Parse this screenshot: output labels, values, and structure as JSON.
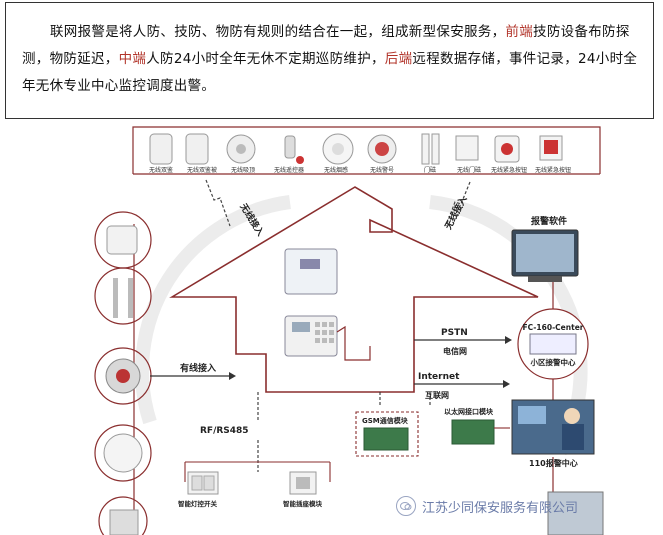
{
  "paragraph": {
    "p1": "联网报警是将人防、技防、物防有规则的结合在一起，组成新型保安服务，",
    "front": "前端",
    "p2": "技防设备布防探测，物防延迟，",
    "middle": "中端",
    "p3": "人防24小时全年无休不定期巡防维护，",
    "back": "后端",
    "p4": "远程数据存储，事件记录，24小时全年无休专业中心监控调度出警。"
  },
  "devices_top": [
    "无线双鉴",
    "无线双鉴被",
    "无线吸顶",
    "无线遥控器",
    "无线烟感",
    "无线警号",
    "门磁",
    "无线门磁",
    "无线紧急按钮",
    "无线紧急按钮"
  ],
  "labels": {
    "wireless_in_left": "无线接入",
    "wireless_in_right": "无线接入",
    "wired_in": "有线接入",
    "pstn": "PSTN",
    "telecom": "电信网",
    "internet": "Internet",
    "web": "互联网",
    "rs": "RF/RS485",
    "gsm": "GSM通信模块",
    "ethernet": "以太网接口模块",
    "alarm_software": "报警软件",
    "fc_center": "FC-160-Center",
    "community_center": "小区接警中心",
    "police110": "110报警中心",
    "light_switch": "智能灯控开关",
    "curtain": "智能插座模块"
  },
  "watermark": "江苏少同保安服务有限公司",
  "colors": {
    "red": "#b2342a",
    "line": "#8a2e2e",
    "watermark": "#6a7ba8"
  }
}
